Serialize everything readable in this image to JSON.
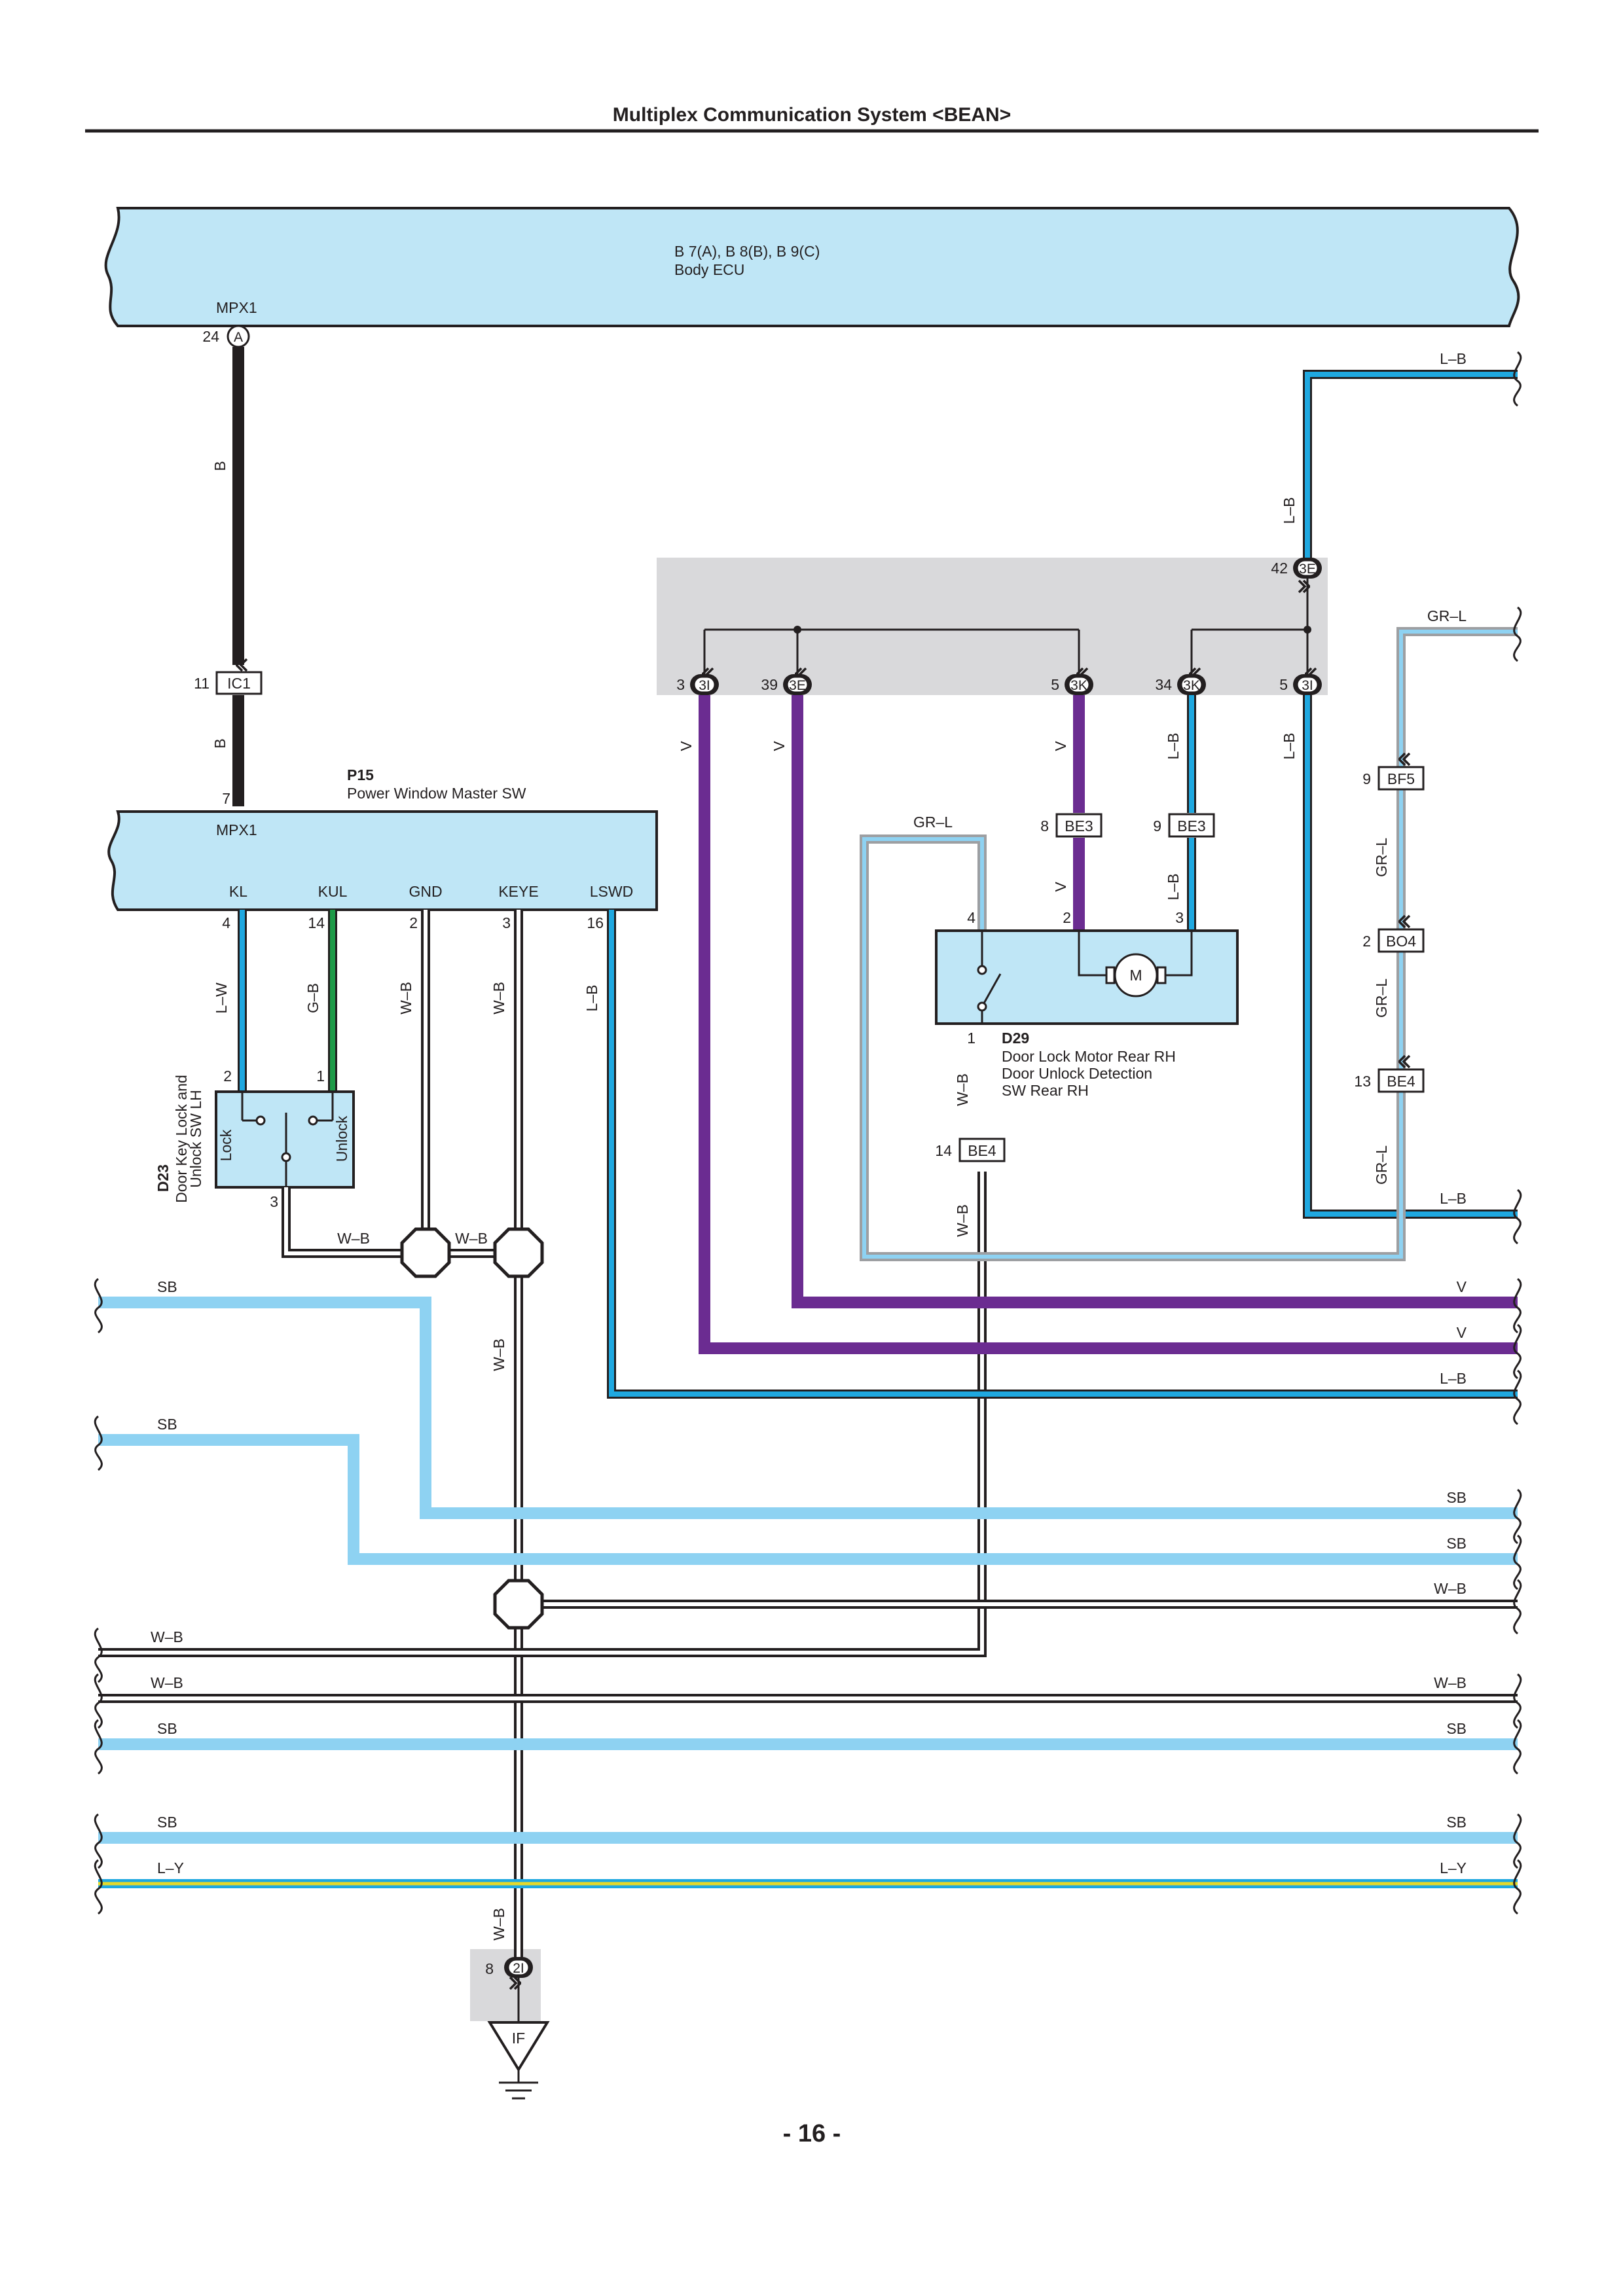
{
  "header": {
    "title": "Multiplex Communication System <BEAN>"
  },
  "page": {
    "number": "- 16 -"
  },
  "body_ecu": {
    "codes": "B 7(A), B 8(B), B 9(C)",
    "name": "Body ECU",
    "terminal": "MPX1",
    "pin": "24",
    "conn": "A"
  },
  "p15": {
    "code": "P15",
    "name": "Power Window Master SW",
    "mpx_label": "MPX1",
    "mpx_pin": "7",
    "terminals": [
      {
        "name": "KL",
        "pin": "4"
      },
      {
        "name": "KUL",
        "pin": "14"
      },
      {
        "name": "GND",
        "pin": "2"
      },
      {
        "name": "KEYE",
        "pin": "3"
      },
      {
        "name": "LSWD",
        "pin": "16"
      }
    ]
  },
  "d23": {
    "code": "D23",
    "name_line1": "Door Key Lock and",
    "name_line2": "Unlock SW LH",
    "lock": "Lock",
    "unlock": "Unlock",
    "pin2": "2",
    "pin1": "1",
    "pin3": "3"
  },
  "d29": {
    "code": "D29",
    "line1": "Door Lock Motor Rear RH",
    "line2": "Door Unlock Detection",
    "line3": "SW Rear RH",
    "motor": "M",
    "pin4": "4",
    "pin2": "2",
    "pin3": "3",
    "pin1": "1"
  },
  "junction_pins": [
    {
      "pin": "3",
      "conn": "3I"
    },
    {
      "pin": "39",
      "conn": "3E"
    },
    {
      "pin": "5",
      "conn": "3K"
    },
    {
      "pin": "34",
      "conn": "3K"
    },
    {
      "pin": "5",
      "conn": "3I"
    },
    {
      "pin": "42",
      "conn": "3E"
    }
  ],
  "connectors": [
    {
      "pin": "11",
      "code": "IC1"
    },
    {
      "pin": "8",
      "code": "BE3"
    },
    {
      "pin": "9",
      "code": "BE3"
    },
    {
      "pin": "9",
      "code": "BF5"
    },
    {
      "pin": "2",
      "code": "BO4"
    },
    {
      "pin": "13",
      "code": "BE4"
    },
    {
      "pin": "14",
      "code": "BE4"
    }
  ],
  "ground": {
    "pin": "8",
    "conn": "2I",
    "label": "IF"
  },
  "wire_labels": {
    "b": "B",
    "v": "V",
    "lb": "L–B",
    "grl": "GR–L",
    "lw": "L–W",
    "gb": "G–B",
    "wb": "W–B",
    "sb": "SB",
    "ly": "L–Y"
  },
  "colors": {
    "ecu_fill": "#bfe6f6",
    "blue": "#1fa8e0",
    "light_blue": "#8ed2f2",
    "violet": "#6b2c91",
    "green": "#1d9a47",
    "grey": "#9d9fa2",
    "yellow": "#e5d92a",
    "black": "#231f20",
    "shade": "#d9d9db"
  }
}
